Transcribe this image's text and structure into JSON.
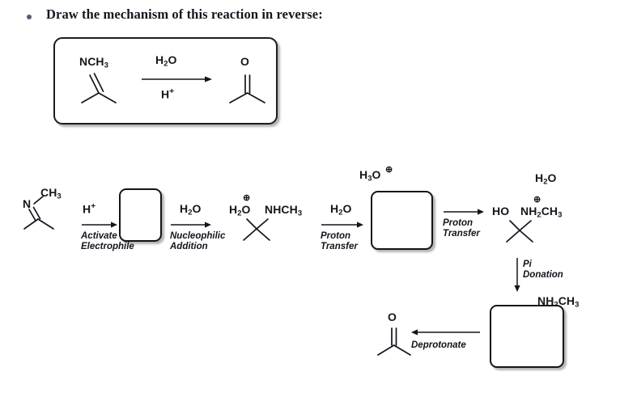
{
  "prompt": {
    "bullet": "bullet-dot",
    "text": "Draw the mechanism of this reaction in reverse:"
  },
  "question_box": {
    "reactant_label": "NCH3",
    "reagent_above": "H2O",
    "reagent_below": "H+",
    "product_label": "O",
    "reactant_name": "N-methyl imine of acetone",
    "product_name": "acetone"
  },
  "mechanism": {
    "step1": {
      "structure_label": "CH3",
      "structure_atom": "N",
      "reagent": "H+",
      "caption_line1": "Activate",
      "caption_line2": "Electrophile",
      "answer_box": "empty-answer-box-1"
    },
    "step2": {
      "reagent": "H2O",
      "caption_line1": "Nucleophilic",
      "caption_line2": "Addition",
      "product_left_label": "H2O",
      "product_left_charge": "circled-plus",
      "product_right_label": "NHCH3"
    },
    "step3": {
      "reagent": "H2O",
      "caption_line1": "Proton",
      "caption_line2": "Transfer",
      "above_box_label": "H3O",
      "above_box_charge": "circled-plus",
      "answer_box": "empty-answer-box-2"
    },
    "step4": {
      "caption_line1": "Proton",
      "caption_line2": "Transfer",
      "above_label": "H2O",
      "product_left_label": "HO",
      "product_right_label": "NH2CH3",
      "product_right_charge": "circled-plus"
    },
    "step5": {
      "caption_line1": "Pi",
      "caption_line2": "Donation",
      "arrow": "down-arrow"
    },
    "step6": {
      "byproduct_label": "NH2CH3",
      "answer_box": "empty-answer-box-3",
      "caption": "Deprotonate",
      "product_label": "O",
      "product_name": "acetone",
      "arrow": "left-arrow"
    }
  },
  "colors": {
    "ink": "#14141c",
    "heading": "#15151f",
    "bullet": "#5a5a6e",
    "page_background": "#ffffff",
    "box_shadow": "rgba(80,80,80,.42)"
  }
}
